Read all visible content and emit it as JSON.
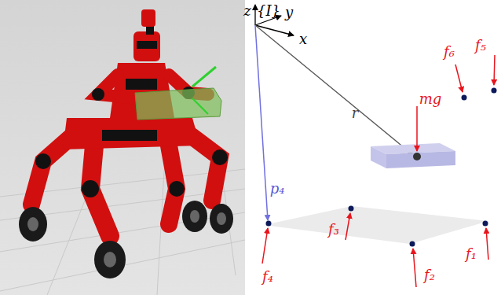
{
  "diagram": {
    "labels": [
      "z",
      "{I}",
      "y",
      "x",
      "r",
      "mg",
      "p₄",
      "f₆",
      "f₅",
      "f₄",
      "f₃",
      "f₂",
      "f₁"
    ]
  }
}
